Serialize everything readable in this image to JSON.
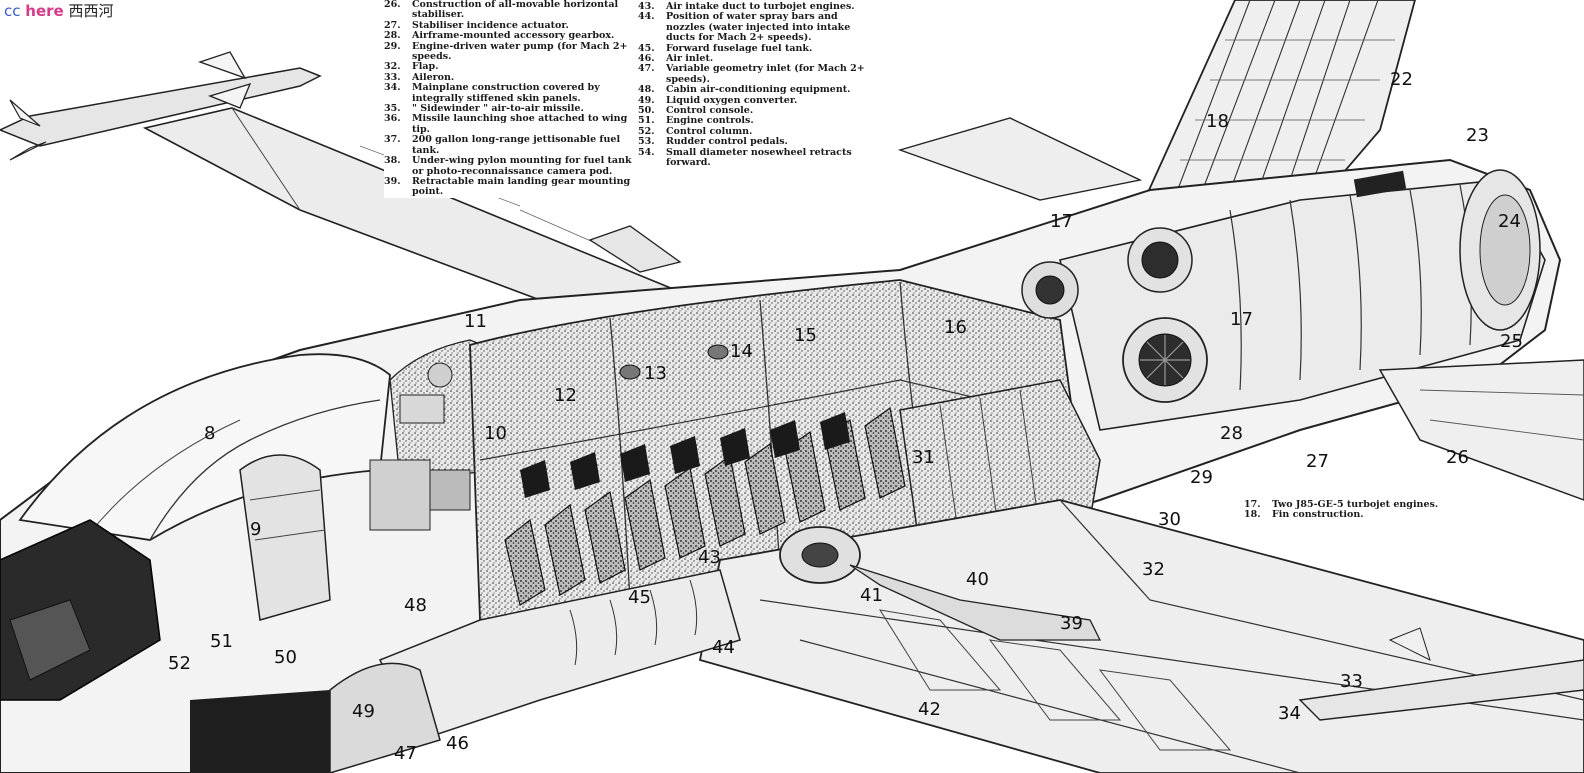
{
  "watermark": {
    "cc": "cc",
    "here": "here",
    "cn": "西西河"
  },
  "legend_top_left": [
    {
      "n": "26.",
      "t": "Construction of all-movable horizontal stabiliser."
    },
    {
      "n": "27.",
      "t": "Stabiliser incidence actuator."
    },
    {
      "n": "28.",
      "t": "Airframe-mounted accessory gearbox."
    },
    {
      "n": "29.",
      "t": "Engine-driven water pump (for Mach 2+ speeds."
    },
    {
      "n": "32.",
      "t": "Flap."
    },
    {
      "n": "33.",
      "t": "Aileron."
    },
    {
      "n": "34.",
      "t": "Mainplane construction covered by integrally stiffened skin panels."
    },
    {
      "n": "35.",
      "t": "\" Sidewinder \" air-to-air missile."
    },
    {
      "n": "36.",
      "t": "Missile launching shoe attached to wing tip."
    },
    {
      "n": "37.",
      "t": "200 gallon long-range jettisonable fuel tank."
    },
    {
      "n": "38.",
      "t": "Under-wing pylon mounting for fuel tank or photo-reconnaissance camera pod."
    },
    {
      "n": "39.",
      "t": "Retractable main landing gear mounting point."
    }
  ],
  "legend_top_right": [
    {
      "n": "43.",
      "t": "Air intake duct to turbojet engines."
    },
    {
      "n": "44.",
      "t": "Position of water spray bars and nozzles (water injected into intake ducts for Mach 2+ speeds)."
    },
    {
      "n": "45.",
      "t": "Forward fuselage fuel tank."
    },
    {
      "n": "46.",
      "t": "Air inlet."
    },
    {
      "n": "47.",
      "t": "Variable geometry inlet (for Mach 2+ speeds)."
    },
    {
      "n": "48.",
      "t": "Cabin air-conditioning equipment."
    },
    {
      "n": "49.",
      "t": "Liquid oxygen converter."
    },
    {
      "n": "50.",
      "t": "Control console."
    },
    {
      "n": "51.",
      "t": "Engine controls."
    },
    {
      "n": "52.",
      "t": "Control column."
    },
    {
      "n": "53.",
      "t": "Rudder control pedals."
    },
    {
      "n": "54.",
      "t": "Small diameter nosewheel retracts forward."
    }
  ],
  "legend_bottom_right": [
    {
      "n": "17.",
      "t": "Two J85-GE-5 turbojet engines."
    },
    {
      "n": "18.",
      "t": "Fin construction."
    }
  ],
  "callouts": {
    "c8": "8",
    "c9": "9",
    "c10": "10",
    "c11": "11",
    "c12": "12",
    "c13": "13",
    "c14": "14",
    "c15": "15",
    "c16": "16",
    "c17a": "17",
    "c17b": "17",
    "c18": "18",
    "c22": "22",
    "c23": "23",
    "c24": "24",
    "c25": "25",
    "c26": "26",
    "c27": "27",
    "c28": "28",
    "c29": "29",
    "c30": "30",
    "c31": "31",
    "c32": "32",
    "c33": "33",
    "c34": "34",
    "c39": "39",
    "c40": "40",
    "c41": "41",
    "c42": "42",
    "c43": "43",
    "c44": "44",
    "c45": "45",
    "c46": "46",
    "c47": "47",
    "c48": "48",
    "c49": "49",
    "c50": "50",
    "c51": "51",
    "c52": "52"
  }
}
